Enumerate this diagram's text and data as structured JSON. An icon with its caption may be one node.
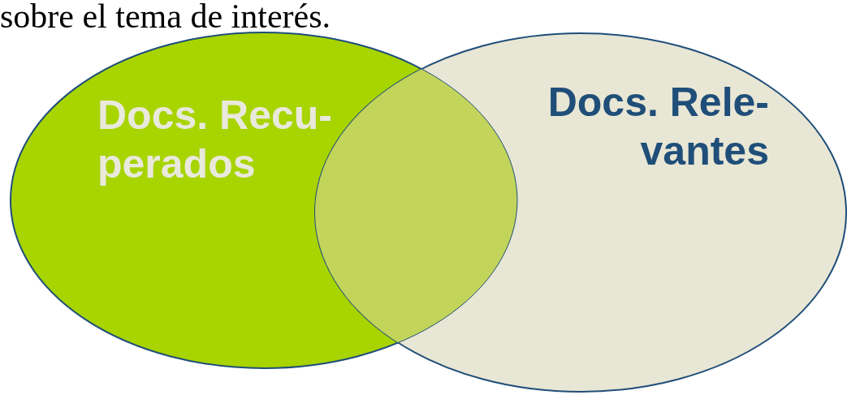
{
  "diagram": {
    "nodes": [
      {
        "text": [
          "Docs. Recu- perados"
        ]
      },
      {
        "text": [
          "Docs. Rele- vantes"
        ]
      }
    ],
    "labels": [
      "sobre el tema de interés."
    ]
  }
}
